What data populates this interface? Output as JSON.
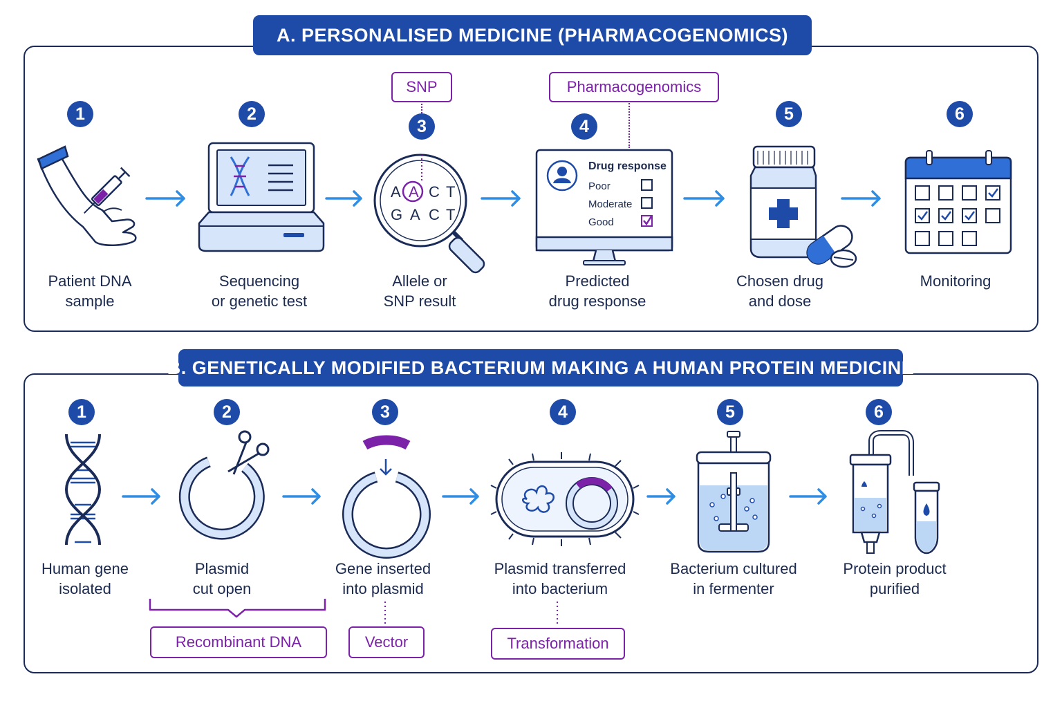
{
  "panel_a": {
    "title": "A. PERSONALISED MEDICINE (PHARMACOGENOMICS)",
    "steps": [
      {
        "num": "1",
        "line1": "Patient DNA",
        "line2": "sample"
      },
      {
        "num": "2",
        "line1": "Sequencing",
        "line2": "or genetic test"
      },
      {
        "num": "3",
        "line1": "Allele or",
        "line2": "SNP result"
      },
      {
        "num": "4",
        "line1": "Predicted",
        "line2": "drug response"
      },
      {
        "num": "5",
        "line1": "Chosen drug",
        "line2": "and dose"
      },
      {
        "num": "6",
        "line1": "Monitoring",
        "line2": ""
      }
    ],
    "tags": {
      "snp": "SNP",
      "pharmacogenomics": "Pharmacogenomics"
    },
    "sequence": {
      "top": [
        "A",
        "A",
        "C",
        "T"
      ],
      "bottom": [
        "G",
        "A",
        "C",
        "T"
      ]
    },
    "drug_response": {
      "title": "Drug response",
      "options": [
        {
          "label": "Poor",
          "checked": false
        },
        {
          "label": "Moderate",
          "checked": false
        },
        {
          "label": "Good",
          "checked": true
        }
      ]
    }
  },
  "panel_b": {
    "title": "B. GENETICALLY MODIFIED BACTERIUM MAKING A HUMAN PROTEIN MEDICINE",
    "steps": [
      {
        "num": "1",
        "line1": "Human gene",
        "line2": "isolated"
      },
      {
        "num": "2",
        "line1": "Plasmid",
        "line2": "cut open"
      },
      {
        "num": "3",
        "line1": "Gene inserted",
        "line2": "into plasmid"
      },
      {
        "num": "4",
        "line1": "Plasmid transferred",
        "line2": "into bacterium"
      },
      {
        "num": "5",
        "line1": "Bacterium cultured",
        "line2": "in fermenter"
      },
      {
        "num": "6",
        "line1": "Protein product",
        "line2": "purified"
      }
    ],
    "tags": {
      "recombinant": "Recombinant DNA",
      "vector": "Vector",
      "transformation": "Transformation"
    }
  },
  "colors": {
    "navy": "#1a2b57",
    "blue": "#1e4aa8",
    "arrow": "#2f8de4",
    "purple": "#7b22a8",
    "light_blue": "#cfe0f8"
  },
  "icons": [
    "arm-syringe-icon",
    "laptop-dna-icon",
    "magnifier-icon",
    "monitor-icon",
    "pill-bottle-icon",
    "calendar-icon",
    "dna-helix-icon",
    "plasmid-scissors-icon",
    "plasmid-insert-icon",
    "bacterium-icon",
    "fermenter-icon",
    "column-tube-icon"
  ]
}
